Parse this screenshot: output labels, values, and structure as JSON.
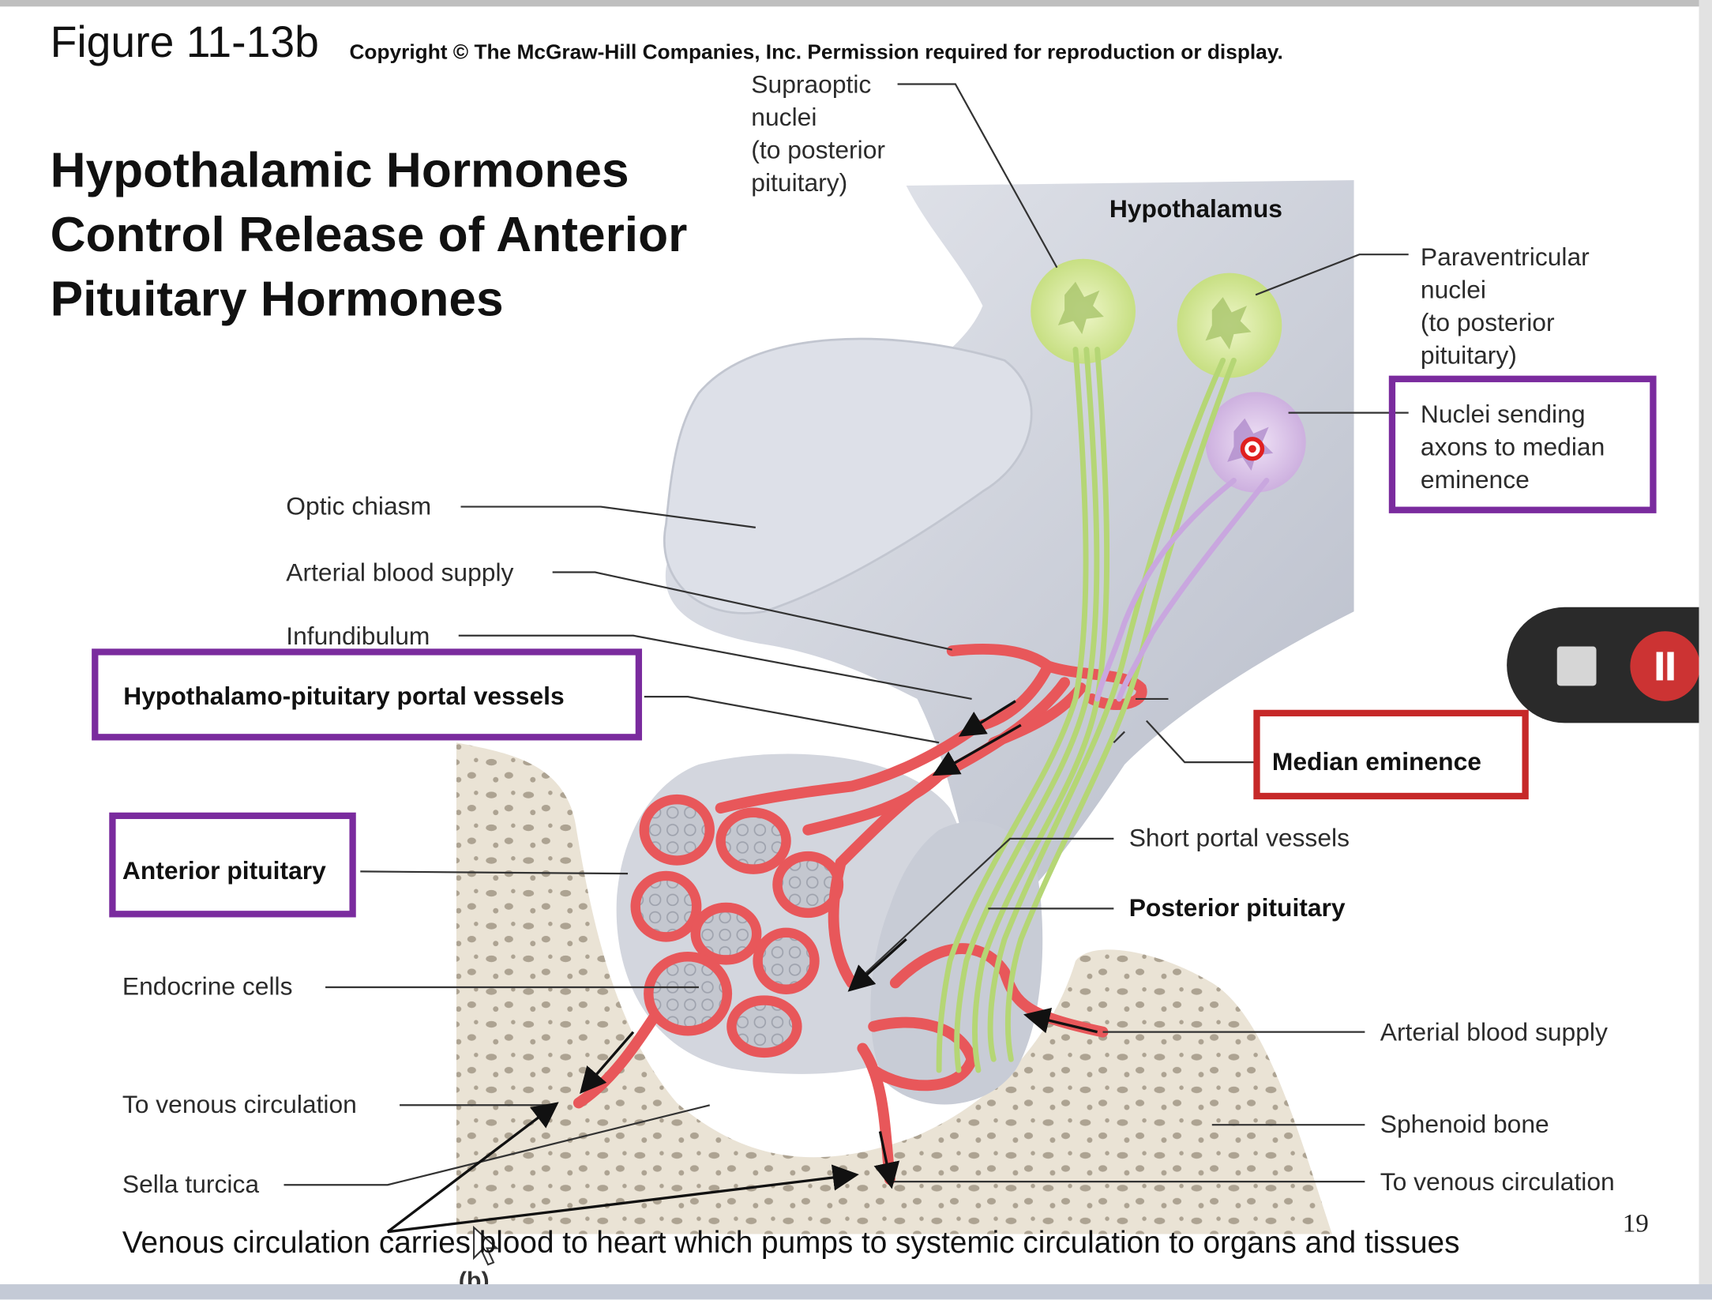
{
  "figure": {
    "number": "Figure 11-13b",
    "copyright": "Copyright © The McGraw-Hill Companies, Inc. Permission required for reproduction or display.",
    "title": "Hypothalamic Hormones Control Release of Anterior Pituitary Hormones",
    "sub_label": "(b)",
    "page_number": "19"
  },
  "labels": {
    "supraoptic": "Supraoptic\nnuclei\n(to posterior\npituitary)",
    "hypothalamus": "Hypothalamus",
    "paraventricular": "Paraventricular\nnuclei\n(to posterior\npituitary)",
    "nuclei_median": "Nuclei sending\naxons to median\neminence",
    "optic_chiasm": "Optic chiasm",
    "arterial_supply_top": "Arterial blood supply",
    "infundibulum": "Infundibulum",
    "portal_vessels": "Hypothalamo-pituitary portal vessels",
    "median_eminence": "Median eminence",
    "anterior_pituitary": "Anterior pituitary",
    "short_portal": "Short portal vessels",
    "posterior_pituitary": "Posterior pituitary",
    "endocrine_cells": "Endocrine cells",
    "arterial_supply_bottom": "Arterial blood supply",
    "venous_left": "To venous circulation",
    "sphenoid": "Sphenoid bone",
    "sella": "Sella turcica",
    "venous_right": "To venous circulation"
  },
  "annotation": {
    "caption": "Venous circulation carries blood to heart which pumps to systemic circulation to organs and tissues"
  },
  "colors": {
    "box_purple": "#7a2b9e",
    "box_red": "#c62828",
    "vessel": "#e8575a",
    "axon": "#b5d675",
    "nucleus_green": "#d6e89a",
    "nucleus_purple": "#d8bfe6",
    "tissue": "#c9ccd6",
    "bone": "#e8e0d2"
  }
}
